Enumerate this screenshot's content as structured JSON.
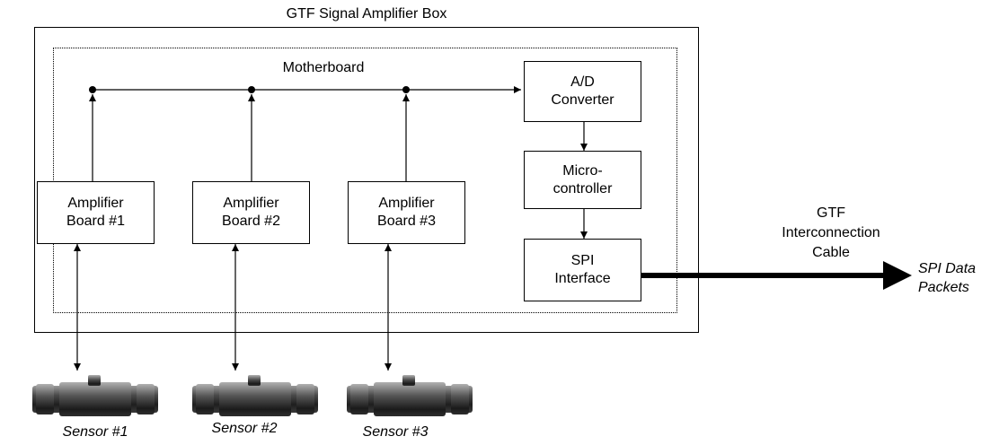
{
  "diagram": {
    "box_title": "GTF Signal Amplifier Box",
    "motherboard_label": "Motherboard",
    "adc": {
      "line1": "A/D",
      "line2": "Converter"
    },
    "micro": {
      "line1": "Micro-",
      "line2": "controller"
    },
    "spi": {
      "line1": "SPI",
      "line2": "Interface"
    },
    "amplifiers": [
      {
        "line1": "Amplifier",
        "line2": "Board #1"
      },
      {
        "line1": "Amplifier",
        "line2": "Board #2"
      },
      {
        "line1": "Amplifier",
        "line2": "Board #3"
      }
    ],
    "sensors": [
      "Sensor #1",
      "Sensor #2",
      "Sensor #3"
    ],
    "cable": {
      "line1": "GTF",
      "line2": "Interconnection",
      "line3": "Cable"
    },
    "output": {
      "line1": "SPI  Data",
      "line2": "Packets"
    }
  }
}
